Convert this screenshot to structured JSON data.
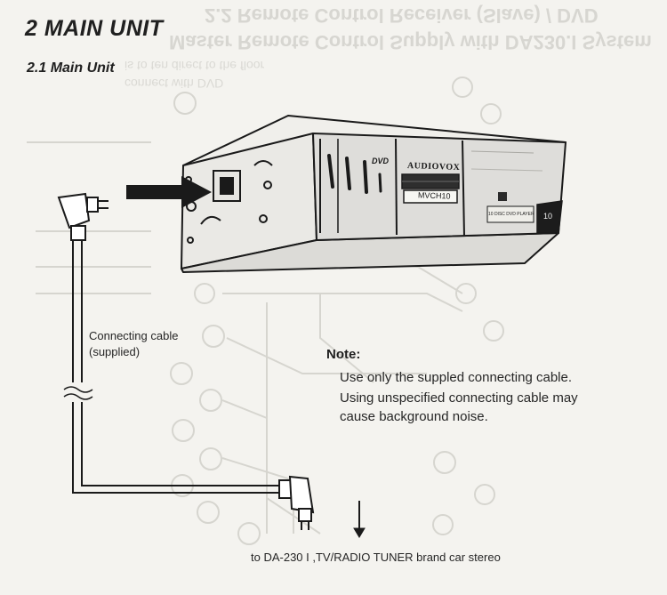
{
  "section": {
    "title": "2 MAIN UNIT",
    "subtitle": "2.1 Main Unit"
  },
  "bleed_through": {
    "line1": "2.2 Remote Control Receiver (Slave) / DVD",
    "line2": "Master Remote Control Supply with DA230.I System",
    "line3": "is to ten direct to the floor",
    "line4": "connect with DVD"
  },
  "device": {
    "brand": "AUDIOVOX",
    "model": "MVCH10",
    "dvd_logo": "DVD",
    "disc_label": "10 DISC DVD PLAYER",
    "badge": "10"
  },
  "cable_label": {
    "line1": "Connecting cable",
    "line2": "(supplied)"
  },
  "note": {
    "title": "Note:",
    "line1": "Use only the suppled connecting cable.",
    "line2": "Using unspecified connecting cable may",
    "line3": "cause background noise."
  },
  "destination": "to DA-230 I ,TV/RADIO TUNER brand car stereo"
}
